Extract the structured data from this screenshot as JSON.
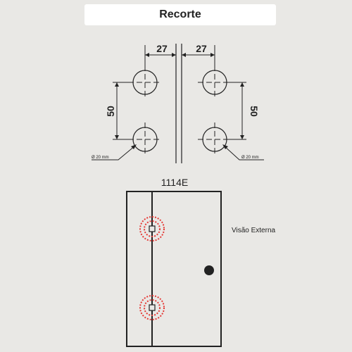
{
  "title": "Recorte",
  "cutout": {
    "dim_left_width": "27",
    "dim_right_width": "27",
    "dim_left_height": "50",
    "dim_right_height": "50",
    "hole_left_label": "Ø 20 mm",
    "hole_right_label": "Ø 20 mm"
  },
  "door": {
    "model": "1114E",
    "view_label": "Visão Externa",
    "highlight_color": "#e53935"
  }
}
